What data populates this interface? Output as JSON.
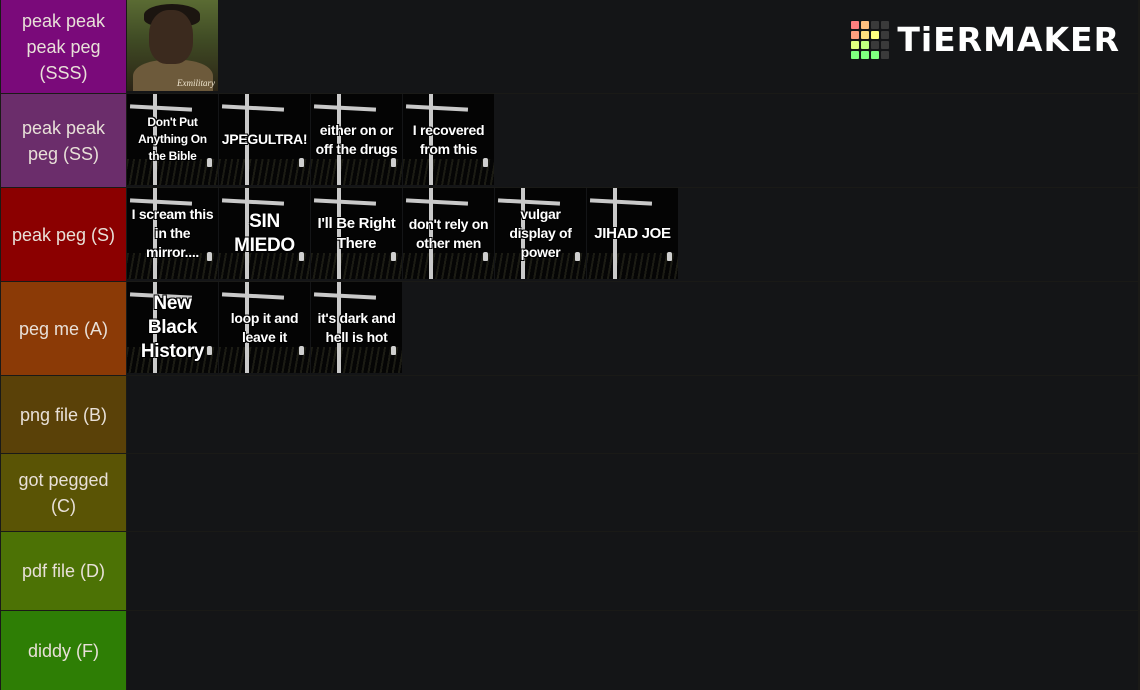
{
  "brand": {
    "name": "TiERMAKER",
    "grid_colors": [
      "#ff7f7f",
      "#ffbf7f",
      "#3a3a3a",
      "#3a3a3a",
      "#ff9f7f",
      "#ffdf7f",
      "#ffff7f",
      "#3a3a3a",
      "#dfff7f",
      "#bfff7f",
      "#3a3a3a",
      "#3a3a3a",
      "#7fff7f",
      "#7fff7f",
      "#7fff7f",
      "#3a3a3a"
    ]
  },
  "tiers": [
    {
      "label": "peak peak peak peg (SSS)",
      "color": "#7a0a7a",
      "items": [
        {
          "kind": "portrait",
          "caption": "Exmilitary"
        }
      ]
    },
    {
      "label": "peak peak peg (SS)",
      "color": "#6b2d6b",
      "items": [
        {
          "kind": "card",
          "caption": "Don't Put Anything On the Bible",
          "size": 12
        },
        {
          "kind": "card",
          "caption": "JPEGULTRA!",
          "size": 14
        },
        {
          "kind": "card",
          "caption": "either on or off the drugs",
          "size": 14
        },
        {
          "kind": "card",
          "caption": "I recovered from this",
          "size": 14
        }
      ]
    },
    {
      "label": "peak peg (S)",
      "color": "#8b0000",
      "items": [
        {
          "kind": "card",
          "caption": "I scream this in the mirror....",
          "size": 14
        },
        {
          "kind": "card",
          "caption": "SIN MIEDO",
          "size": 19
        },
        {
          "kind": "card",
          "caption": "I'll Be Right There",
          "size": 15
        },
        {
          "kind": "card",
          "caption": "don't rely on other men",
          "size": 14
        },
        {
          "kind": "card",
          "caption": "vulgar display of power",
          "size": 14
        },
        {
          "kind": "card",
          "caption": "JIHAD JOE",
          "size": 15
        }
      ]
    },
    {
      "label": "peg me (A)",
      "color": "#8b3a06",
      "items": [
        {
          "kind": "card",
          "caption": "New Black History",
          "size": 19
        },
        {
          "kind": "card",
          "caption": "loop it and leave it",
          "size": 14
        },
        {
          "kind": "card",
          "caption": "it's dark and hell is hot",
          "size": 14
        }
      ]
    },
    {
      "label": "png file (B)",
      "color": "#5a4108",
      "items": []
    },
    {
      "label": "got pegged (C)",
      "color": "#5a5405",
      "items": []
    },
    {
      "label": "pdf file (D)",
      "color": "#4c7205",
      "items": []
    },
    {
      "label": "diddy (F)",
      "color": "#2e7e05",
      "items": []
    }
  ]
}
